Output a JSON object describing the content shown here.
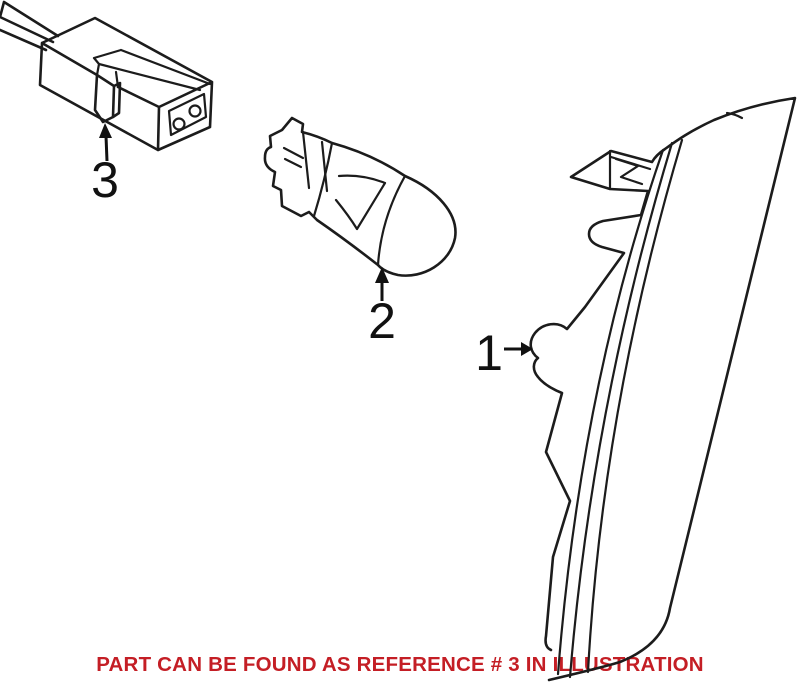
{
  "diagram": {
    "background_color": "#ffffff",
    "line_color": "#1c1c1c",
    "label_color": "#111111",
    "callouts": [
      {
        "label": "1"
      },
      {
        "label": "2"
      },
      {
        "label": "3"
      }
    ],
    "notice": {
      "text": "PART CAN BE FOUND AS REFERENCE # 3 IN ILLUSTRATION",
      "color": "#c41e25"
    }
  }
}
